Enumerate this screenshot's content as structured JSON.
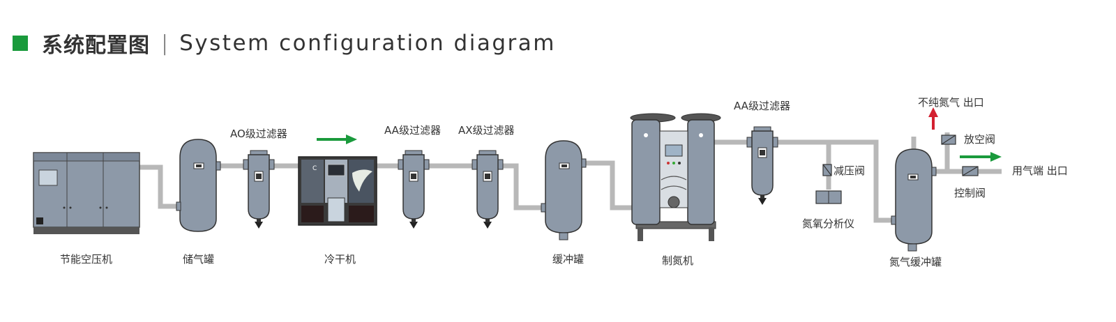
{
  "header": {
    "title_cn": "系统配置图",
    "separator": "|",
    "title_en": "System configuration diagram"
  },
  "labels": {
    "compressor": "节能空压机",
    "storage_tank": "储气罐",
    "ao_filter": "AO级过滤器",
    "dryer": "冷干机",
    "aa_filter_1": "AA级过滤器",
    "ax_filter": "AX级过滤器",
    "buffer_tank": "缓冲罐",
    "nitrogen_generator": "制氮机",
    "aa_filter_2": "AA级过滤器",
    "pressure_reducing_valve": "减压阀",
    "oxygen_analyzer": "氮氧分析仪",
    "impure_nitrogen_outlet": "不纯氮气 出口",
    "vent_valve": "放空阀",
    "control_valve": "控制阀",
    "user_outlet": "用气端 出口",
    "nitrogen_buffer_tank": "氮气缓冲罐"
  },
  "colors": {
    "accent": "#1a9a3c",
    "pipe": "#b8b8b8",
    "equipment": "#8d99a8",
    "equipment_dark": "#6e7a89",
    "outline": "#333333",
    "arrow_green": "#1a9a3c",
    "arrow_red": "#d32030"
  }
}
